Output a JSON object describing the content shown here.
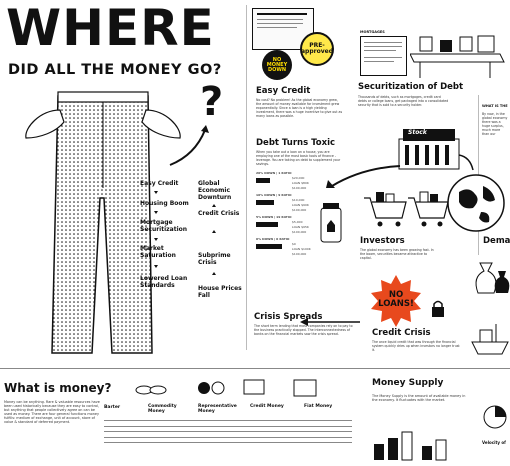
{
  "title": "WHERE",
  "subtitle": "DID ALL THE MONEY GO?",
  "question_mark": "?",
  "flow": {
    "left": [
      "Easy Credit",
      "Housing Boom",
      "Mortgage Securitization",
      "Market Saturation",
      "Lowered Loan Standards"
    ],
    "right": [
      "Global Economic Downturn",
      "Credit Crisis",
      "Subprime Crisis",
      "House Prices Fall"
    ]
  },
  "sections": {
    "easy_credit": "Easy Credit",
    "debt_toxic": "Debt Turns Toxic",
    "securitization": "Securitization of Debt",
    "investors": "Investors",
    "demand": "Demar",
    "credit_crisis": "Credit Crisis",
    "crisis_spreads": "Crisis Spreads",
    "what_is_money": "What is money?",
    "money_supply": "Money Supply"
  },
  "badges": {
    "no_money_down": "NO MONEY DOWN",
    "pre_approved": "PRE-approved",
    "no_loans": "NO LOANS!"
  },
  "labels": {
    "stock": "Stock",
    "mortgages": "MORTGAGES",
    "what_is_the": "WHAT IS THE",
    "velocity": "Velocity of"
  },
  "loan_rows": [
    {
      "head": "20% DOWN | 1 RATIO",
      "vals": [
        "$20,000",
        "LOAN $80K",
        "$100,000"
      ]
    },
    {
      "head": "10% DOWN | 9 RATIO",
      "vals": [
        "$10,000",
        "LOAN $90K",
        "$100,000"
      ]
    },
    {
      "head": "5% DOWN | 19 RATIO",
      "vals": [
        "$5,000",
        "LOAN $95K",
        "$100,000"
      ]
    },
    {
      "head": "0% DOWN | 0 RATIO",
      "vals": [
        "$0",
        "LOAN $100K",
        "$100,000"
      ]
    }
  ],
  "money_types": [
    "Barter",
    "Commodity Money",
    "Representative Money",
    "Credit Money",
    "Fiat Money"
  ],
  "body_text": {
    "money": "Money can be anything. Rare & valuable resources have been used historically because they are easy to control, but anything that people collectively agree on can be used as money. There are four general functions money fulfills: medium of exchange, unit of account, store of value & standard of deferred payment.",
    "easy_credit": "No cost? No problem! As the global economy grew, the amount of money available for investment grew exponentially. Since a loan is a high yielding investment, there was a huge incentive to give out as many loans as possible.",
    "debt_toxic": "When you take out a loan on a house, you are employing one of the most basic tools of finance - leverage. You are taking on debt to supplement your savings.",
    "securitization": "Thousands of debts, such as mortgages, credit card debts or college loans, get packaged into a consolidated security that is sold to a security holder.",
    "investors": "The global economy has been growing fast. In the boom, securities became attractive to capital.",
    "credit_crisis": "The once liquid credit that was through the financial system quickly dries up when investors no longer trust it.",
    "crisis_spreads": "The short term lending that most companies rely on to pay to the business practically stopped. The interconnectedness of banks on the financial markets saw the crisis spread.",
    "money_supply": "The Money Supply is the amount of available money in the economy. It fluctuates with the market."
  }
}
